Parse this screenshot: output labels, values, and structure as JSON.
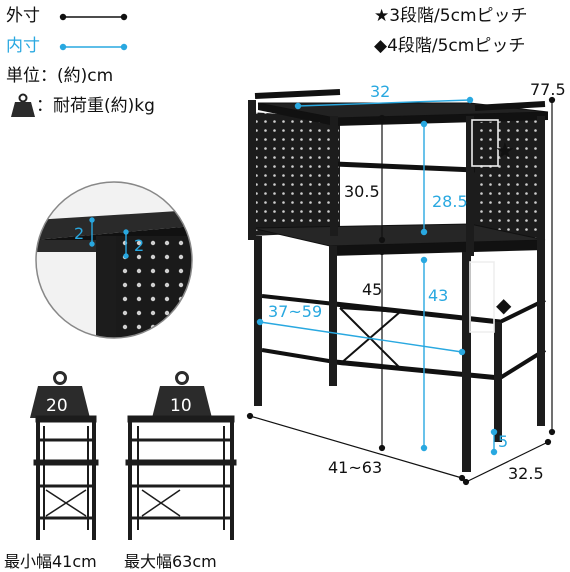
{
  "legend": {
    "outer_label": "外寸",
    "inner_label": "内寸",
    "unit_label": "単位：(約)cm",
    "load_label": "：耐荷重(約)kg"
  },
  "notes": {
    "star_note": "★3段階/5cmピッチ",
    "diamond_note": "◆4段階/5cmピッチ"
  },
  "dims": {
    "height_total": "77.5",
    "shelf_depth_inner": "32",
    "upper_gap_outer": "30.5",
    "upper_gap_inner": "28.5",
    "lower_gap_outer": "45",
    "lower_gap_inner": "43",
    "width_range_inner": "37~59",
    "width_range_outer": "41~63",
    "depth_outer": "32.5",
    "foot_height": "5",
    "thickness_a": "2",
    "thickness_b": "2"
  },
  "loads": {
    "top_load": "20",
    "shelf_load": "10"
  },
  "captions": {
    "min_width": "最小幅41cm",
    "max_width": "最大幅63cm"
  },
  "colors": {
    "blue": "#29a8e0",
    "frame": "#1c1c1c"
  }
}
